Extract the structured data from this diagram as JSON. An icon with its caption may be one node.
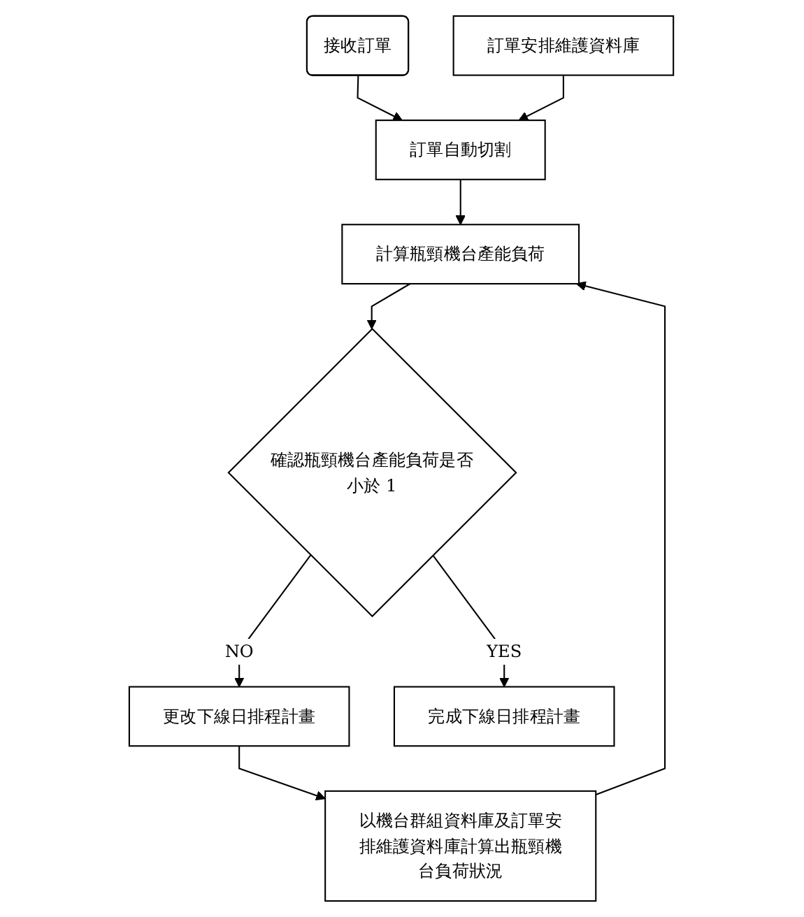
{
  "diagram": {
    "nodes": [
      {
        "text": [
          "接收訂單"
        ]
      },
      {
        "text": [
          "訂單自動切割"
        ]
      },
      {
        "text": [
          "訂單安排維護資料庫"
        ]
      },
      {
        "text": [
          "計算瓶頸機台產能負荷"
        ]
      },
      {
        "text": [
          "以機台群組資料庫及訂單安排維護資料庫計算出瓶頸機台負荷狀況"
        ]
      },
      {
        "text": [
          "確認瓶頸機台產能負荷是否小於 1"
        ]
      },
      {
        "text": [
          "更改下線日排程計畫"
        ]
      },
      {
        "text": [
          "完成下線日排程計畫"
        ]
      }
    ],
    "edges": [
      {
        "from": 0,
        "to": 1,
        "arrow": "to"
      },
      {
        "from": 2,
        "to": 1,
        "arrow": "to"
      },
      {
        "from": 1,
        "to": 3,
        "arrow": "to"
      },
      {
        "from": 4,
        "to": 3,
        "arrow": "to"
      },
      {
        "from": 3,
        "to": 5,
        "arrow": "to"
      },
      {
        "from": 5,
        "to": 6,
        "label": "NO",
        "arrow": "to"
      },
      {
        "from": 6,
        "to": 4,
        "arrow": "to"
      },
      {
        "from": 5,
        "to": 7,
        "label": "YES",
        "arrow": "to"
      }
    ]
  }
}
